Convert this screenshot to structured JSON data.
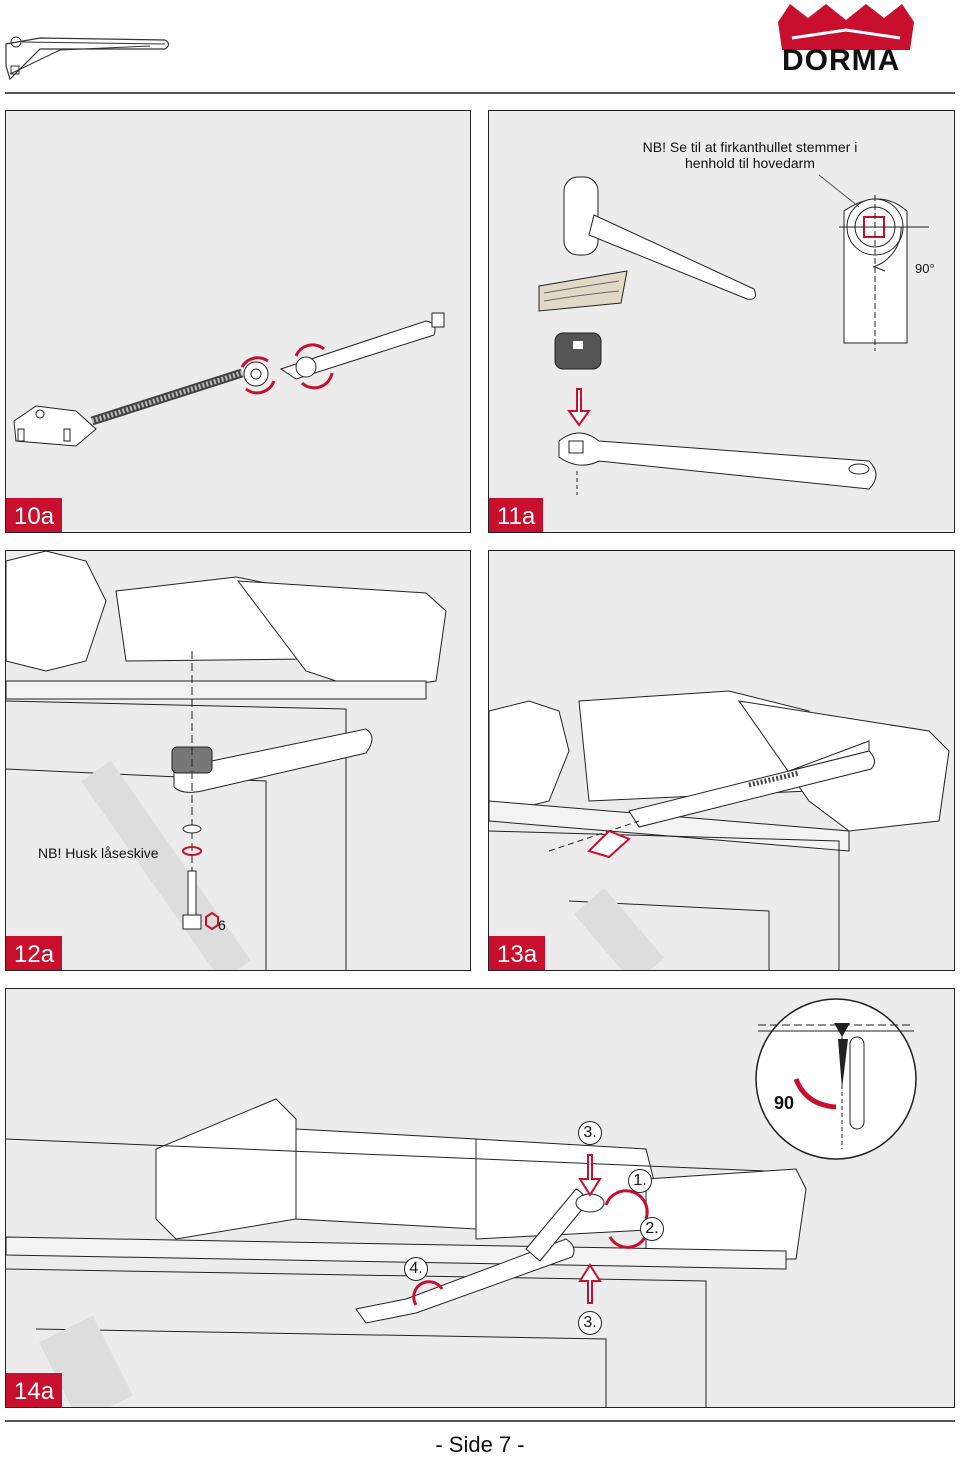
{
  "header": {
    "brand": "DORMA"
  },
  "panels": [
    {
      "label": "10a"
    },
    {
      "label": "11a",
      "note": "NB! Se til at firkanthullet stemmer i henhold til hovedarm",
      "angle": "90°"
    },
    {
      "label": "12a",
      "note": "NB! Husk låseskive",
      "hex": "6"
    },
    {
      "label": "13a"
    },
    {
      "label": "14a",
      "angle": "90",
      "steps": [
        "1.",
        "2.",
        "3.",
        "3.",
        "4."
      ]
    }
  ],
  "footer": {
    "page": "- Side 7 -"
  },
  "colors": {
    "accent": "#c8102e",
    "panel_bg": "#ececec"
  }
}
